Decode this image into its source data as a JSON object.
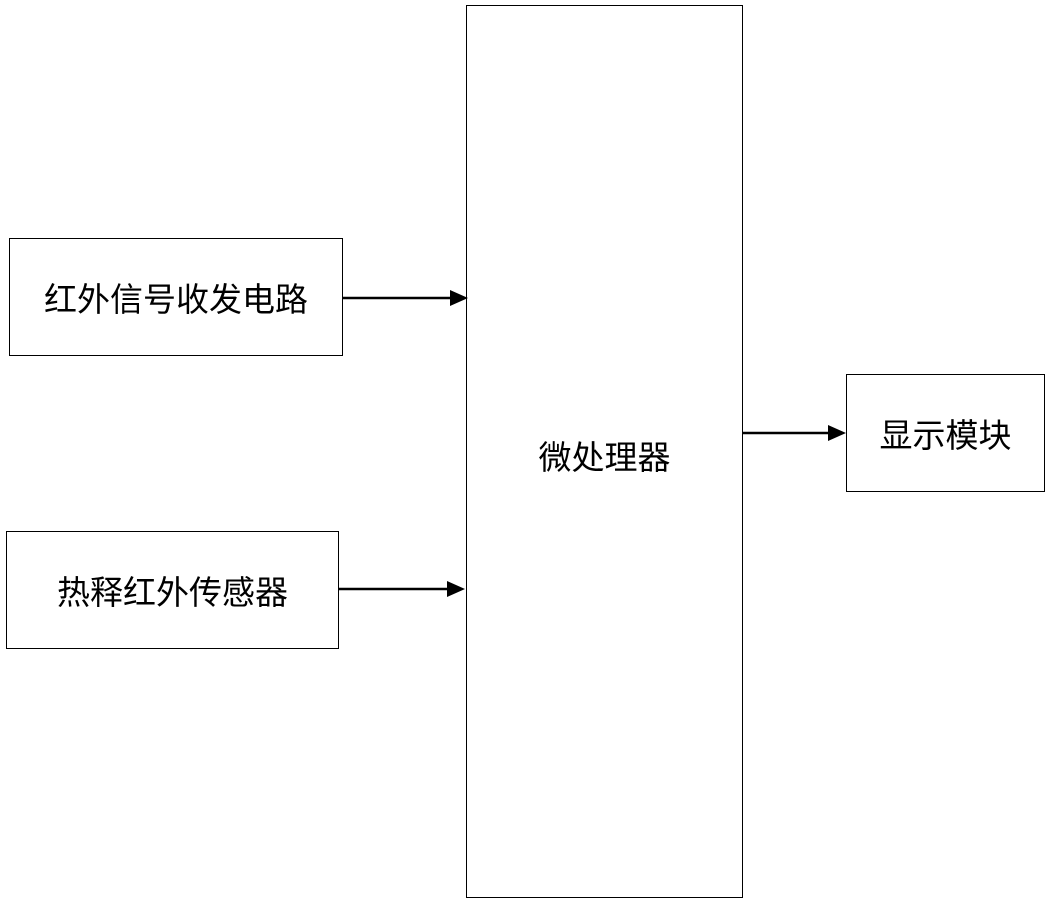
{
  "diagram": {
    "nodes": {
      "ir_circuit": {
        "label": "红外信号收发电路"
      },
      "pir_sensor": {
        "label": "热释红外传感器"
      },
      "microprocessor": {
        "label": "微处理器"
      },
      "display": {
        "label": "显示模块"
      }
    },
    "edges": [
      {
        "from": "ir_circuit",
        "to": "microprocessor"
      },
      {
        "from": "pir_sensor",
        "to": "microprocessor"
      },
      {
        "from": "microprocessor",
        "to": "display"
      }
    ],
    "colors": {
      "stroke": "#000000",
      "fill": "#ffffff"
    }
  }
}
